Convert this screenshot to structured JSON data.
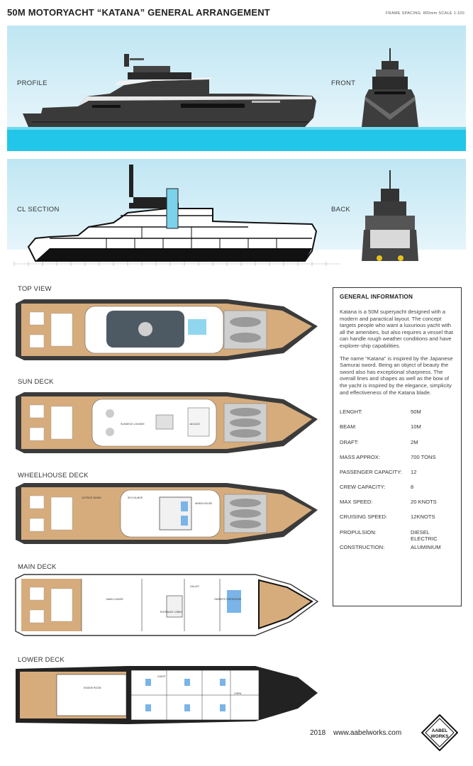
{
  "title": "50M MOTORYACHT  “KATANA” GENERAL ARRANGEMENT",
  "spec_note": "FRAME SPACING: 800mm   SCALE 1:100",
  "views": {
    "profile": "PROFILE",
    "front": "FRONT",
    "cl_section": "CL SECTION",
    "back": "BACK",
    "hull_name": "KATANA"
  },
  "decks": [
    {
      "id": "top",
      "label": "TOP VIEW"
    },
    {
      "id": "sun",
      "label": "SUN DECK"
    },
    {
      "id": "wheelhouse",
      "label": "WHEELHOUSE DECK"
    },
    {
      "id": "main",
      "label": "MAIN DECK"
    },
    {
      "id": "lower",
      "label": "LOWER DECK"
    }
  ],
  "room_labels": {
    "sun_lounge": "SUNDECK LOUNGE",
    "jacuzzi": "JACUZZI",
    "outside_dining": "OUTSIDE DINING",
    "skylounge": "SKYLOUNGE",
    "wheelhouse": "WHEELHOUSE",
    "galley": "GALLEY",
    "owners_stateroom": "OWNER'S STATEROOM",
    "main_lounge": "MAIN LOUNGE",
    "entrance_lobby": "ENTRANCE LOBBY",
    "engine_room": "ENGINE ROOM",
    "guest": "GUEST",
    "crew": "CREW"
  },
  "info": {
    "heading": "GENERAL INFORMATION",
    "para1": "Katana is a 50M superyacht designed with a modern and paractical layout. The concept targets people who want a luxurious yacht with all the amenities, but also requires a vessel that can handle rough weather conditions and have explorer-ship capabilities.",
    "para2": "The name “Katana” is inspired by the Japanese Samurai sword. Being an object of beauty the sword also has exceptional sharpness. The overall lines and shapes as well as the bow of the yacht is inspired by the elegance, simplicity and effectiveness of the Katana blade.",
    "specs": [
      {
        "k": "LENGHT:",
        "v": "50M"
      },
      {
        "k": "BEAM:",
        "v": "10M"
      },
      {
        "k": "DRAFT:",
        "v": "2M"
      },
      {
        "k": "MASS  APPROX:",
        "v": "700 TONS"
      },
      {
        "k": "PASSENGER CAPACITY:",
        "v": "12"
      },
      {
        "k": "CREW CAPACITY:",
        "v": "8"
      },
      {
        "k": "MAX SPEED:",
        "v": "20 KNOTS"
      },
      {
        "k": "CRUISING SPEED:",
        "v": "12KNOTS"
      },
      {
        "k": "PROPULSION:",
        "v": "DIESEL ELECTRIC"
      },
      {
        "k": "CONSTRUCTION:",
        "v": "ALUMINIUM"
      }
    ]
  },
  "footer": {
    "year": "2018",
    "url": "www.aabelworks.com",
    "logo_top": "AABEL",
    "logo_bottom": "WORKS"
  },
  "colors": {
    "sky": "#bfe6f3",
    "water": "#22c6e8",
    "hull": "#2b2b2b",
    "teak": "#d6ac7c",
    "white_deck": "#ffffff",
    "glass": "#5a6a75"
  }
}
